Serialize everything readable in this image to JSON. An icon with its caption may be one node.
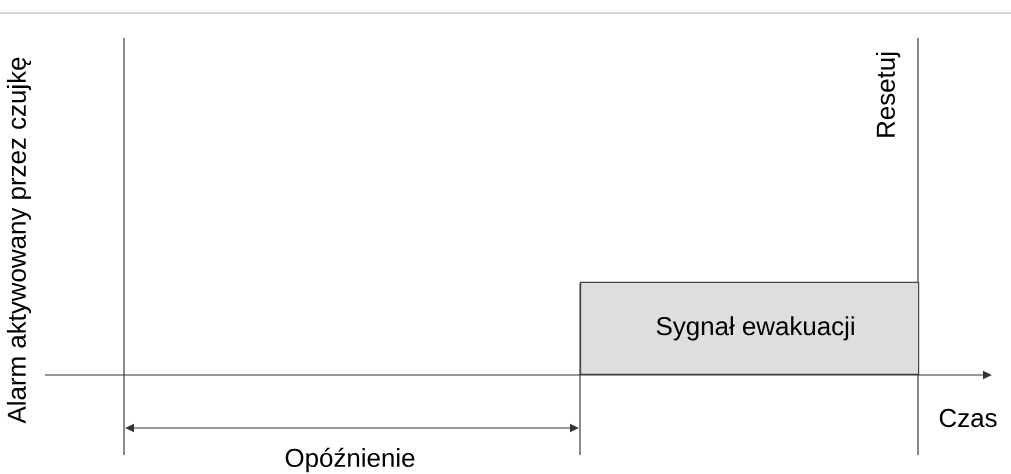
{
  "diagram": {
    "nodes": [
      {
        "text": [
          "Sygnał ewakuacji"
        ]
      }
    ],
    "labels": [
      "Alarm aktywowany przez czujkę",
      "Resetuj",
      "Czas",
      "Opóźnienie"
    ]
  }
}
